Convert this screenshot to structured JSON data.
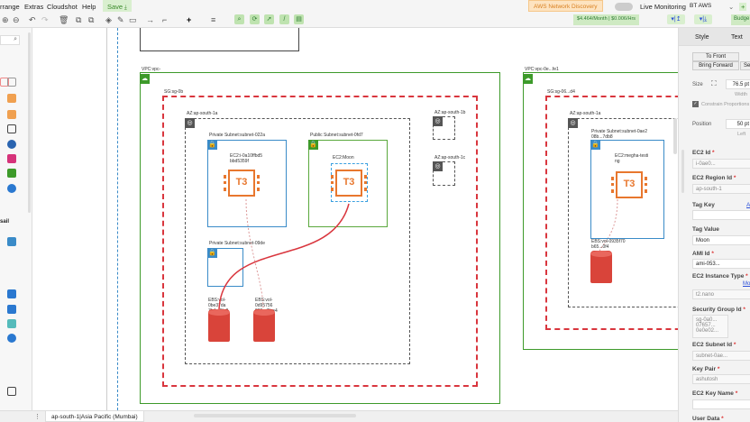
{
  "menu": {
    "items": [
      "rrange",
      "Extras",
      "Cloudshot",
      "Help"
    ],
    "save_label": "Save"
  },
  "topright": {
    "network_discovery": "AWS Network Discovery",
    "live_monitoring": "Live Monitoring",
    "account": "BT AWS",
    "cost": "$4.464/Month | $0.006/Hrs",
    "budget": "Budge"
  },
  "canvas": {
    "vpc1": "VPC:vpc-",
    "sg1": "SG:sg-0b",
    "az1": "AZ:ap-south-1a",
    "az1b": "AZ:ap-south-1b",
    "az1c": "AZ:ap-south-1c",
    "subnet_private1": "Private Subnet:subnet-022a",
    "subnet_public": "Public Subnet:subnet-0fd7",
    "subnet_private2": "Private Subnet:subnet-09de",
    "ec2_1": "EC2:i-0a10ffbd5 bbd5359f",
    "ec2_moon": "EC2:Moon",
    "chip_label": "T3",
    "ebs1": "EBS:vol-0be37da 7b4...0fa0",
    "ebs2": "EBS:vol-0d95756 039...7fce4",
    "vpc2": "VPC:vpc-0e...fe1",
    "sg2": "SG:sg-06...d4",
    "az2": "AZ:ap-south-1a",
    "subnet_private3": "Private Subnet:subnet-0ae2 08b...7db8",
    "ec2_megha": "EC2:megha-testi ng",
    "ebs3": "EBS:vol-0935f70 b65...0f4"
  },
  "panel": {
    "tabs": [
      "Style",
      "Text"
    ],
    "to_front": "To Front",
    "bring_forward": "Bring Forward",
    "se": "Se",
    "size_label": "Size",
    "size_value": "76.5 pt",
    "width_label": "Width",
    "constrain": "Constrain Proportions",
    "position_label": "Position",
    "position_value": "50 pt",
    "left_label": "Left",
    "ec2_id": "EC2 Id",
    "ec2_id_value": "i-0ae0...",
    "region_id": "EC2 Region Id",
    "region_value": "ap-south-1",
    "tag_key": "Tag Key",
    "tag_key_link": "A",
    "tag_value": "Tag Value",
    "tag_value_value": "Moon",
    "ami_id": "AMI Id",
    "ami_value": "ami-053...",
    "instance_type": "EC2 Instance Type",
    "instance_link": "Mo",
    "instance_value": "t2.nano",
    "sg_id": "Security Group Id",
    "sg_value": "sg-0a0... 07657... 0e0e02...",
    "subnet_id": "EC2 Subnet Id",
    "subnet_value": "subnet-0ae...",
    "key_pair": "Key Pair",
    "key_pair_value": "ashutosh",
    "key_name": "EC2 Key Name",
    "user_data": "User Data"
  },
  "bottom": {
    "page_tab": "ap-south-1|Asia Pacific (Mumbai)"
  },
  "sidebar": {
    "section": "sail"
  },
  "colors": {
    "vpc": "#3d9a2a",
    "sg": "#d9363e",
    "subnet_private": "#3a8bc8",
    "subnet_public": "#5aa83c",
    "ec2": "#e8772e",
    "ebs": "#d9443a",
    "toolbar_green": "#bfe3b0"
  }
}
